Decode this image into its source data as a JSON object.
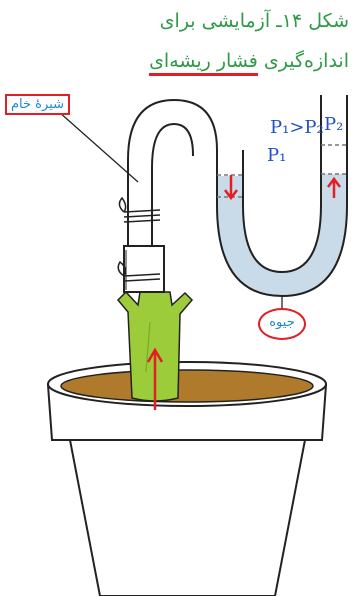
{
  "figure": {
    "title_line1": "شکل ۱۴ـ آزمایشی برای",
    "title_line2_prefix": "اندازه‌گیری",
    "title_line2_underlined": "فشار ریشه‌ای",
    "labels": {
      "crude_sap": "شیرهٔ خام",
      "mercury": "جیوه",
      "comparison": "P₁>P₂",
      "p1": "P₁",
      "p2": "P₂"
    },
    "colors": {
      "title": "#2e9a47",
      "label_text": "#1e88d6",
      "pressure_text": "#1e50c8",
      "highlight": "#e31e24",
      "stem": "#9ccc3a",
      "soil": "#b07a2c",
      "mercury_fill": "#c9dbe8"
    }
  }
}
